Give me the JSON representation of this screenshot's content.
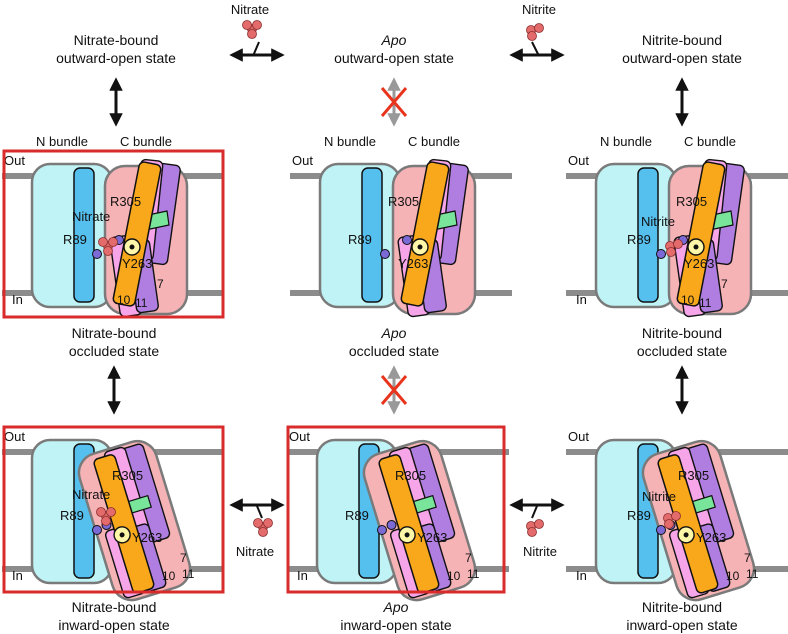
{
  "colors": {
    "n_bundle_fill": "#bff3f5",
    "n_helix_fill": "#55bfee",
    "c_bundle_fill": "#f6b3b6",
    "orange_helix": "#f8a81a",
    "pink_helix": "#f6a5e8",
    "violet_helix": "#b07ee0",
    "green_band": "#79e59a",
    "membrane": "#8c8c8c",
    "arrow": "#111111",
    "blocked_arrow": "#999999",
    "cross": "#e8341c",
    "highlight_frame": "#d92b2b",
    "anion": "#e36b6b",
    "residue_purple": "#7b6ad6",
    "residue_yellow": "#fff7a8"
  },
  "labels": {
    "n_bundle": "N bundle",
    "c_bundle": "C bundle",
    "out": "Out",
    "in": "In",
    "r89": "R89",
    "r305": "R305",
    "y263": "Y263",
    "h7": "7",
    "h10": "10",
    "h11": "11"
  },
  "ligands": {
    "nitrate": "Nitrate",
    "nitrite": "Nitrite"
  },
  "captions": {
    "top_left": {
      "line1": "Nitrate-bound",
      "line2": "outward-open state"
    },
    "top_mid": {
      "line1": "Apo",
      "line2": "outward-open state"
    },
    "top_right": {
      "line1": "Nitrite-bound",
      "line2": "outward-open state"
    },
    "mid_left": {
      "line1": "Nitrate-bound",
      "line2": "occluded state"
    },
    "mid_mid": {
      "line1": "Apo",
      "line2": "occluded state"
    },
    "mid_right": {
      "line1": "Nitrite-bound",
      "line2": "occluded state"
    },
    "bot_left": {
      "line1": "Nitrate-bound",
      "line2": "inward-open state"
    },
    "bot_mid": {
      "line1": "Apo",
      "line2": "inward-open state"
    },
    "bot_right": {
      "line1": "Nitrite-bound",
      "line2": "inward-open state"
    }
  }
}
